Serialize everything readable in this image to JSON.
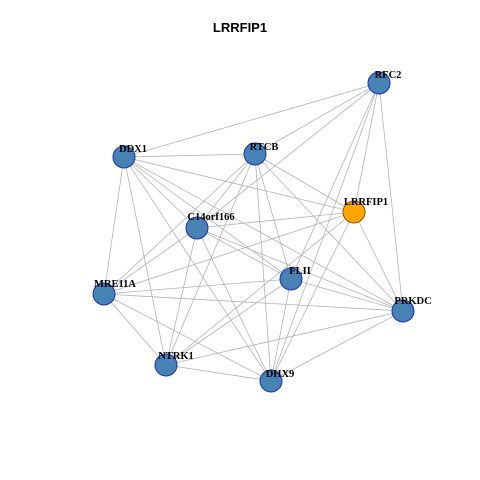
{
  "title": "LRRFIP1",
  "colors": {
    "node_fill": "#4682b4",
    "node_stroke": "#1f2fb3",
    "focus_fill": "#ffa500",
    "focus_stroke": "#8b5a00",
    "edge": "#b3b3b3"
  },
  "nodes": [
    {
      "id": "RFC2",
      "label": "RFC2"
    },
    {
      "id": "DDX1",
      "label": "DDX1"
    },
    {
      "id": "RTCB",
      "label": "RTCB"
    },
    {
      "id": "LRRFIP1",
      "label": "LRRFIP1",
      "focus": true
    },
    {
      "id": "C14orf166",
      "label": "C14orf166"
    },
    {
      "id": "FLII",
      "label": "FLII"
    },
    {
      "id": "MRE11A",
      "label": "MRE11A"
    },
    {
      "id": "PRKDC",
      "label": "PRKDC"
    },
    {
      "id": "NTRK1",
      "label": "NTRK1"
    },
    {
      "id": "DHX9",
      "label": "DHX9"
    }
  ],
  "edges": [
    [
      "RFC2",
      "DDX1"
    ],
    [
      "RFC2",
      "RTCB"
    ],
    [
      "RFC2",
      "C14orf166"
    ],
    [
      "RFC2",
      "LRRFIP1"
    ],
    [
      "RFC2",
      "FLII"
    ],
    [
      "RFC2",
      "PRKDC"
    ],
    [
      "RFC2",
      "DHX9"
    ],
    [
      "DDX1",
      "RTCB"
    ],
    [
      "DDX1",
      "LRRFIP1"
    ],
    [
      "DDX1",
      "C14orf166"
    ],
    [
      "DDX1",
      "MRE11A"
    ],
    [
      "DDX1",
      "FLII"
    ],
    [
      "DDX1",
      "PRKDC"
    ],
    [
      "DDX1",
      "NTRK1"
    ],
    [
      "DDX1",
      "DHX9"
    ],
    [
      "RTCB",
      "C14orf166"
    ],
    [
      "RTCB",
      "LRRFIP1"
    ],
    [
      "RTCB",
      "FLII"
    ],
    [
      "RTCB",
      "PRKDC"
    ],
    [
      "RTCB",
      "DHX9"
    ],
    [
      "RTCB",
      "NTRK1"
    ],
    [
      "RTCB",
      "MRE11A"
    ],
    [
      "LRRFIP1",
      "C14orf166"
    ],
    [
      "LRRFIP1",
      "MRE11A"
    ],
    [
      "LRRFIP1",
      "PRKDC"
    ],
    [
      "LRRFIP1",
      "NTRK1"
    ],
    [
      "LRRFIP1",
      "DHX9"
    ],
    [
      "C14orf166",
      "MRE11A"
    ],
    [
      "C14orf166",
      "FLII"
    ],
    [
      "C14orf166",
      "PRKDC"
    ],
    [
      "C14orf166",
      "NTRK1"
    ],
    [
      "C14orf166",
      "DHX9"
    ],
    [
      "FLII",
      "MRE11A"
    ],
    [
      "FLII",
      "PRKDC"
    ],
    [
      "FLII",
      "NTRK1"
    ],
    [
      "FLII",
      "DHX9"
    ],
    [
      "MRE11A",
      "PRKDC"
    ],
    [
      "MRE11A",
      "NTRK1"
    ],
    [
      "MRE11A",
      "DHX9"
    ],
    [
      "PRKDC",
      "NTRK1"
    ],
    [
      "PRKDC",
      "DHX9"
    ],
    [
      "NTRK1",
      "DHX9"
    ]
  ]
}
